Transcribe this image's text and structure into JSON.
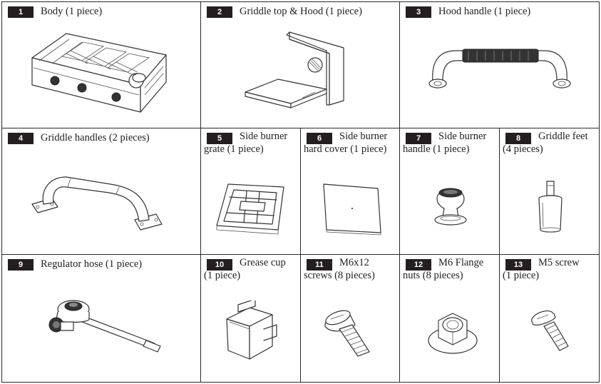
{
  "parts": [
    {
      "number": "1",
      "name": "Body (1 piece)",
      "icon": "grill-body-icon"
    },
    {
      "number": "2",
      "name": "Griddle top & Hood (1 piece)",
      "icon": "griddle-top-hood-icon"
    },
    {
      "number": "3",
      "name": "Hood handle (1 piece)",
      "icon": "hood-handle-icon"
    },
    {
      "number": "4",
      "name": "Griddle handles (2 pieces)",
      "icon": "griddle-handle-icon"
    },
    {
      "number": "5",
      "line1": "Side burner",
      "line2": "grate (1 piece)",
      "icon": "side-burner-grate-icon"
    },
    {
      "number": "6",
      "line1": "Side burner",
      "line2": "hard cover (1 piece)",
      "icon": "hard-cover-icon"
    },
    {
      "number": "7",
      "line1": "Side burner",
      "line2": "handle (1 piece)",
      "icon": "burner-knob-icon"
    },
    {
      "number": "8",
      "line1": "Griddle feet",
      "line2": "(4 pieces)",
      "icon": "griddle-foot-icon"
    },
    {
      "number": "9",
      "name": "Regulator hose (1 piece)",
      "icon": "regulator-hose-icon"
    },
    {
      "number": "10",
      "line1": "Grease cup",
      "line2": "(1 piece)",
      "icon": "grease-cup-icon"
    },
    {
      "number": "11",
      "line1": "M6x12",
      "line2": "screws (8 pieces)",
      "icon": "m6-screw-icon"
    },
    {
      "number": "12",
      "line1": "M6 Flange",
      "line2": "nuts (8 pieces)",
      "icon": "flange-nut-icon"
    },
    {
      "number": "13",
      "line1": "M5 screw",
      "line2": "(1 piece)",
      "icon": "m5-screw-icon"
    }
  ]
}
